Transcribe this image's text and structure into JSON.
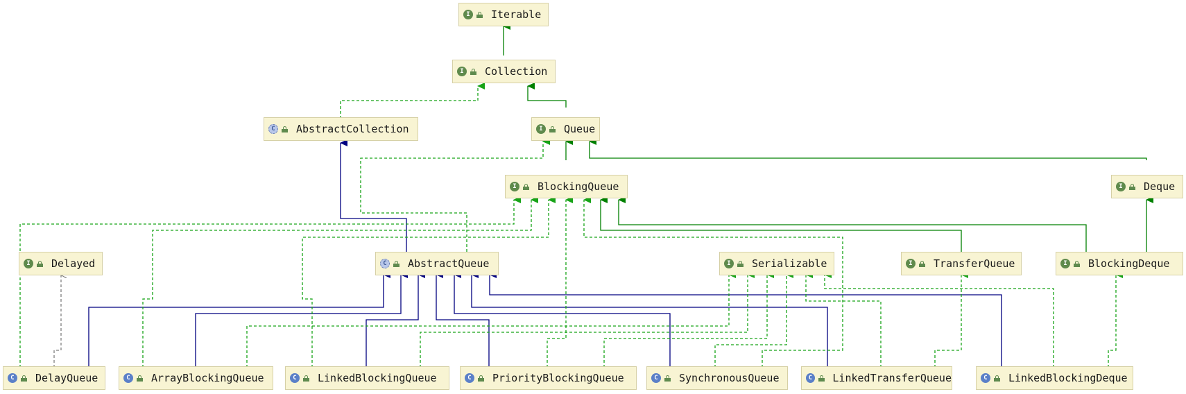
{
  "nodes": {
    "iterable": {
      "name": "Iterable",
      "kind": "I"
    },
    "collection": {
      "name": "Collection",
      "kind": "I"
    },
    "abstract_collection": {
      "name": "AbstractCollection",
      "kind": "C"
    },
    "queue": {
      "name": "Queue",
      "kind": "I"
    },
    "blocking_queue": {
      "name": "BlockingQueue",
      "kind": "I"
    },
    "deque": {
      "name": "Deque",
      "kind": "I"
    },
    "delayed": {
      "name": "Delayed",
      "kind": "I"
    },
    "abstract_queue": {
      "name": "AbstractQueue",
      "kind": "C"
    },
    "serializable": {
      "name": "Serializable",
      "kind": "I"
    },
    "transfer_queue": {
      "name": "TransferQueue",
      "kind": "I"
    },
    "blocking_deque": {
      "name": "BlockingDeque",
      "kind": "I"
    },
    "delay_queue": {
      "name": "DelayQueue",
      "kind": "C"
    },
    "array_blocking_queue": {
      "name": "ArrayBlockingQueue",
      "kind": "C"
    },
    "linked_blocking_queue": {
      "name": "LinkedBlockingQueue",
      "kind": "C"
    },
    "priority_blocking_queue": {
      "name": "PriorityBlockingQueue",
      "kind": "C"
    },
    "synchronous_queue": {
      "name": "SynchronousQueue",
      "kind": "C"
    },
    "linked_transfer_queue": {
      "name": "LinkedTransferQueue",
      "kind": "C"
    },
    "linked_blocking_deque": {
      "name": "LinkedBlockingDeque",
      "kind": "C"
    }
  },
  "colors": {
    "interface_extends": "#008000",
    "implements": "#17a317",
    "class_extends": "#000080",
    "dependency": "#808080",
    "node_fill": "#f8f4d3",
    "node_border": "#d6d0a6"
  }
}
